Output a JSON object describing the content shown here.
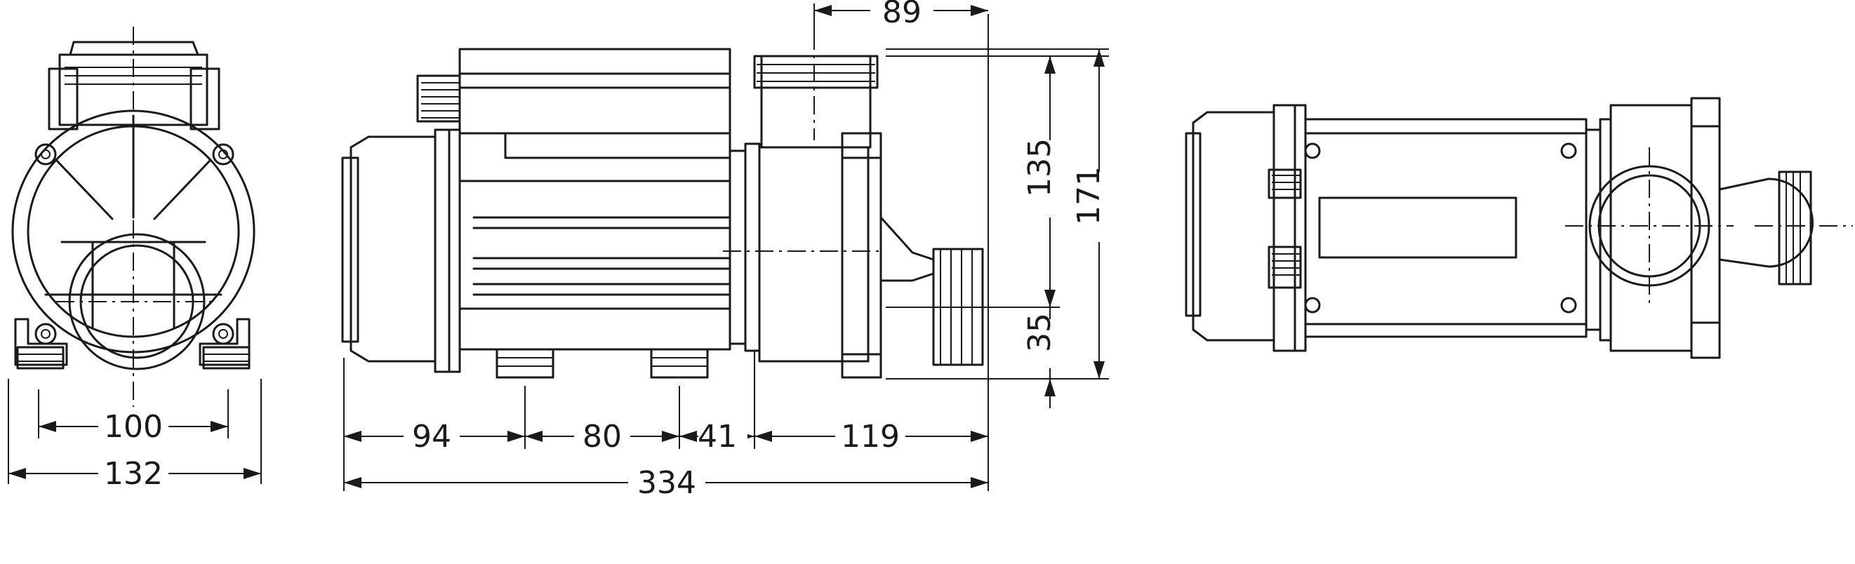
{
  "dimensions": {
    "front_inner_width": "100",
    "front_outer_width": "132",
    "side_seg_motor": "94",
    "side_seg_feet": "80",
    "side_seg_gap": "41",
    "side_seg_pump": "119",
    "side_total": "334",
    "side_outlet_offset": "89",
    "side_height_upper": "135",
    "side_height_lower": "35",
    "side_height_total": "171"
  },
  "colors": {
    "line": "#1a1a1a",
    "background": "#ffffff"
  }
}
